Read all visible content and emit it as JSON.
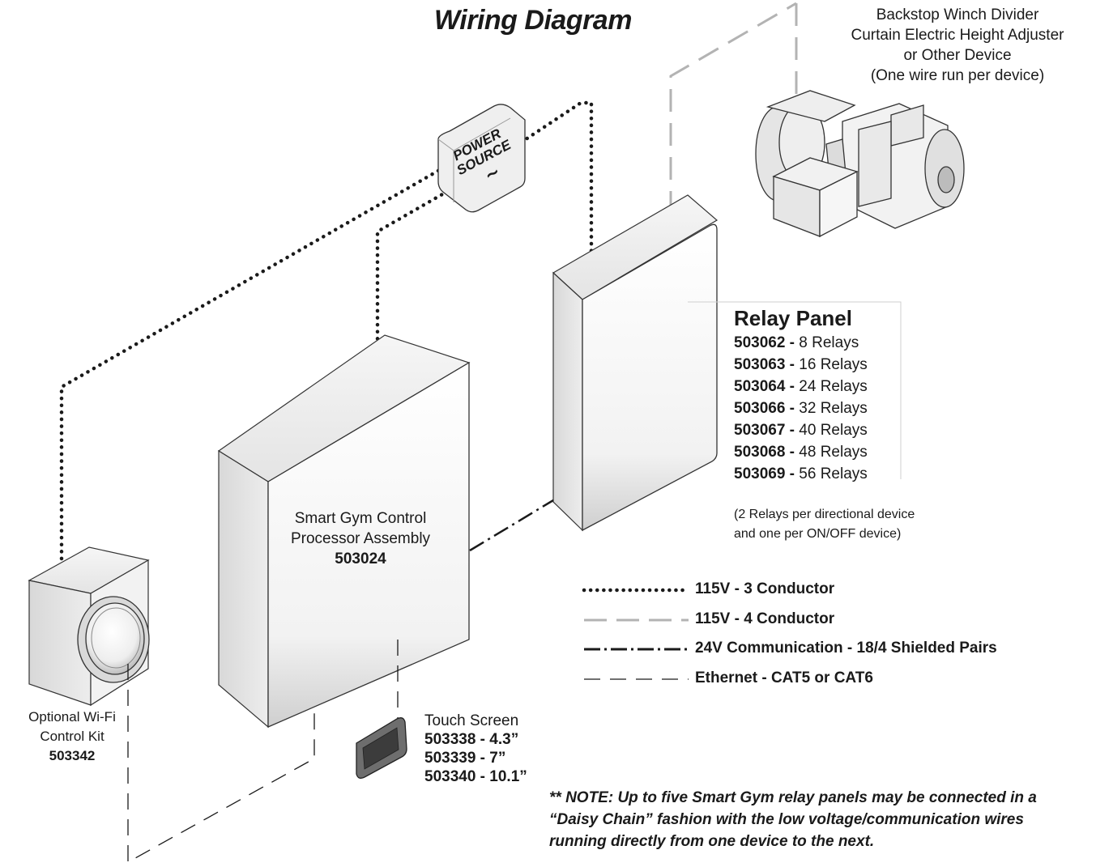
{
  "title": "Wiring Diagram",
  "device": {
    "lines": [
      "Backstop Winch Divider",
      "Curtain Electric Height Adjuster",
      "or Other Device",
      "(One wire run per device)"
    ]
  },
  "power_source": {
    "line1": "POWER",
    "line2": "SOURCE",
    "symbol": "~"
  },
  "relay_panel": {
    "title": "Relay Panel",
    "models": [
      {
        "code": "503062 -",
        "desc": "8 Relays"
      },
      {
        "code": "503063 -",
        "desc": "16 Relays"
      },
      {
        "code": "503064 -",
        "desc": "24 Relays"
      },
      {
        "code": "503066 -",
        "desc": "32 Relays"
      },
      {
        "code": "503067 -",
        "desc": "40 Relays"
      },
      {
        "code": "503068 -",
        "desc": "48 Relays"
      },
      {
        "code": "503069 -",
        "desc": "56 Relays"
      }
    ],
    "note_line1": "(2 Relays per directional device",
    "note_line2": "and one per ON/OFF device)"
  },
  "processor": {
    "line1": "Smart Gym Control",
    "line2": "Processor Assembly",
    "part": "503024"
  },
  "touch_screen": {
    "label": "Touch Screen",
    "models": [
      "503338 - 4.3”",
      "503339 - 7”",
      "503340 - 10.1”"
    ]
  },
  "wifi_kit": {
    "line1": "Optional Wi-Fi",
    "line2": "Control Kit",
    "part": "503342"
  },
  "legend": [
    {
      "label": "115V - 3 Conductor",
      "style": "dotted",
      "color": "#1a1a1a"
    },
    {
      "label": "115V - 4 Conductor",
      "style": "long-dash",
      "color": "#b0b0b0"
    },
    {
      "label": "24V Communication - 18/4 Shielded Pairs",
      "style": "dash-dot",
      "color": "#1a1a1a"
    },
    {
      "label": "Ethernet - CAT5 or CAT6",
      "style": "dash",
      "color": "#1a1a1a"
    }
  ],
  "note": {
    "line1": "** NOTE:  Up to five Smart Gym relay panels may be connected in a",
    "line2": "“Daisy Chain” fashion with the low voltage/communication wires",
    "line3": "running directly from one device to the next."
  }
}
